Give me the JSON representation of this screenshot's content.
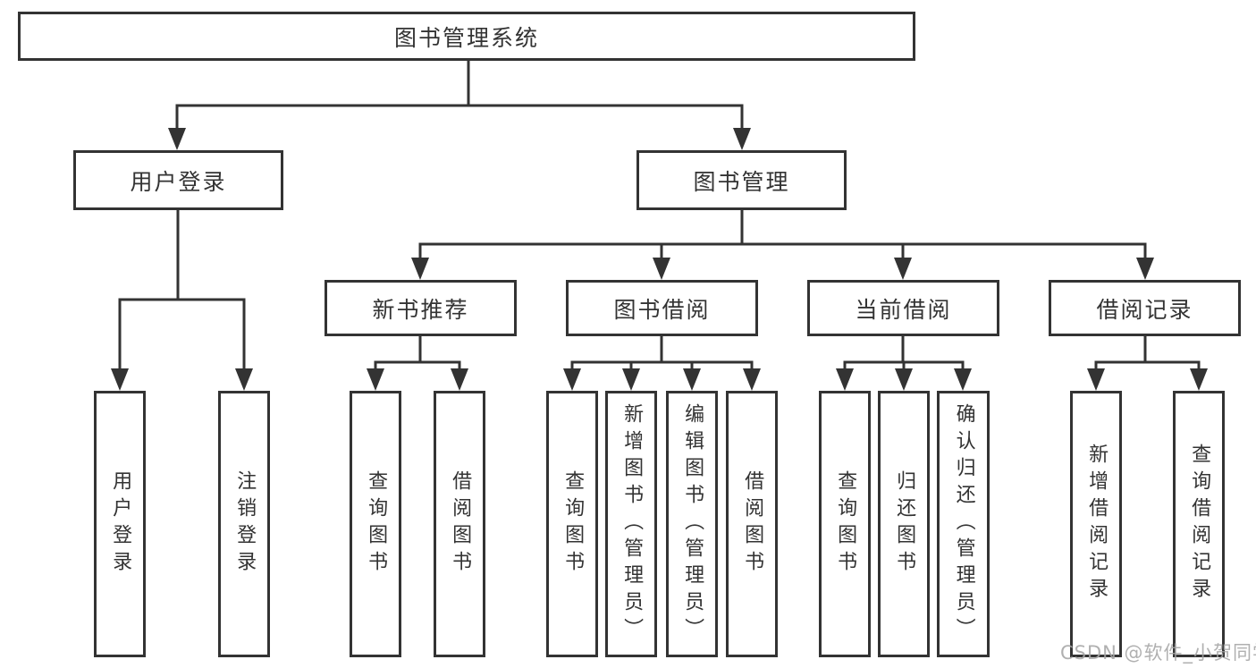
{
  "tree": {
    "label": "图书管理系统",
    "children": [
      {
        "label": "用户登录",
        "children": [
          {
            "label": "用户登录"
          },
          {
            "label": "注销登录"
          }
        ]
      },
      {
        "label": "图书管理",
        "children": [
          {
            "label": "新书推荐",
            "children": [
              {
                "label": "查询图书"
              },
              {
                "label": "借阅图书"
              }
            ]
          },
          {
            "label": "图书借阅",
            "children": [
              {
                "label": "查询图书"
              },
              {
                "label": "新增图书（管理员）"
              },
              {
                "label": "编辑图书（管理员）"
              },
              {
                "label": "借阅图书"
              }
            ]
          },
          {
            "label": "当前借阅",
            "children": [
              {
                "label": "查询图书"
              },
              {
                "label": "归还图书"
              },
              {
                "label": "确认归还（管理员）"
              }
            ]
          },
          {
            "label": "借阅记录",
            "children": [
              {
                "label": "新增借阅记录"
              },
              {
                "label": "查询借阅记录"
              }
            ]
          }
        ]
      }
    ]
  },
  "watermark": "CSDN @软件_小贺同学",
  "colors": {
    "line": "#333333",
    "box_border": "#333333",
    "text": "#333333",
    "watermark": "#a6a6a6",
    "background": "#ffffff"
  }
}
